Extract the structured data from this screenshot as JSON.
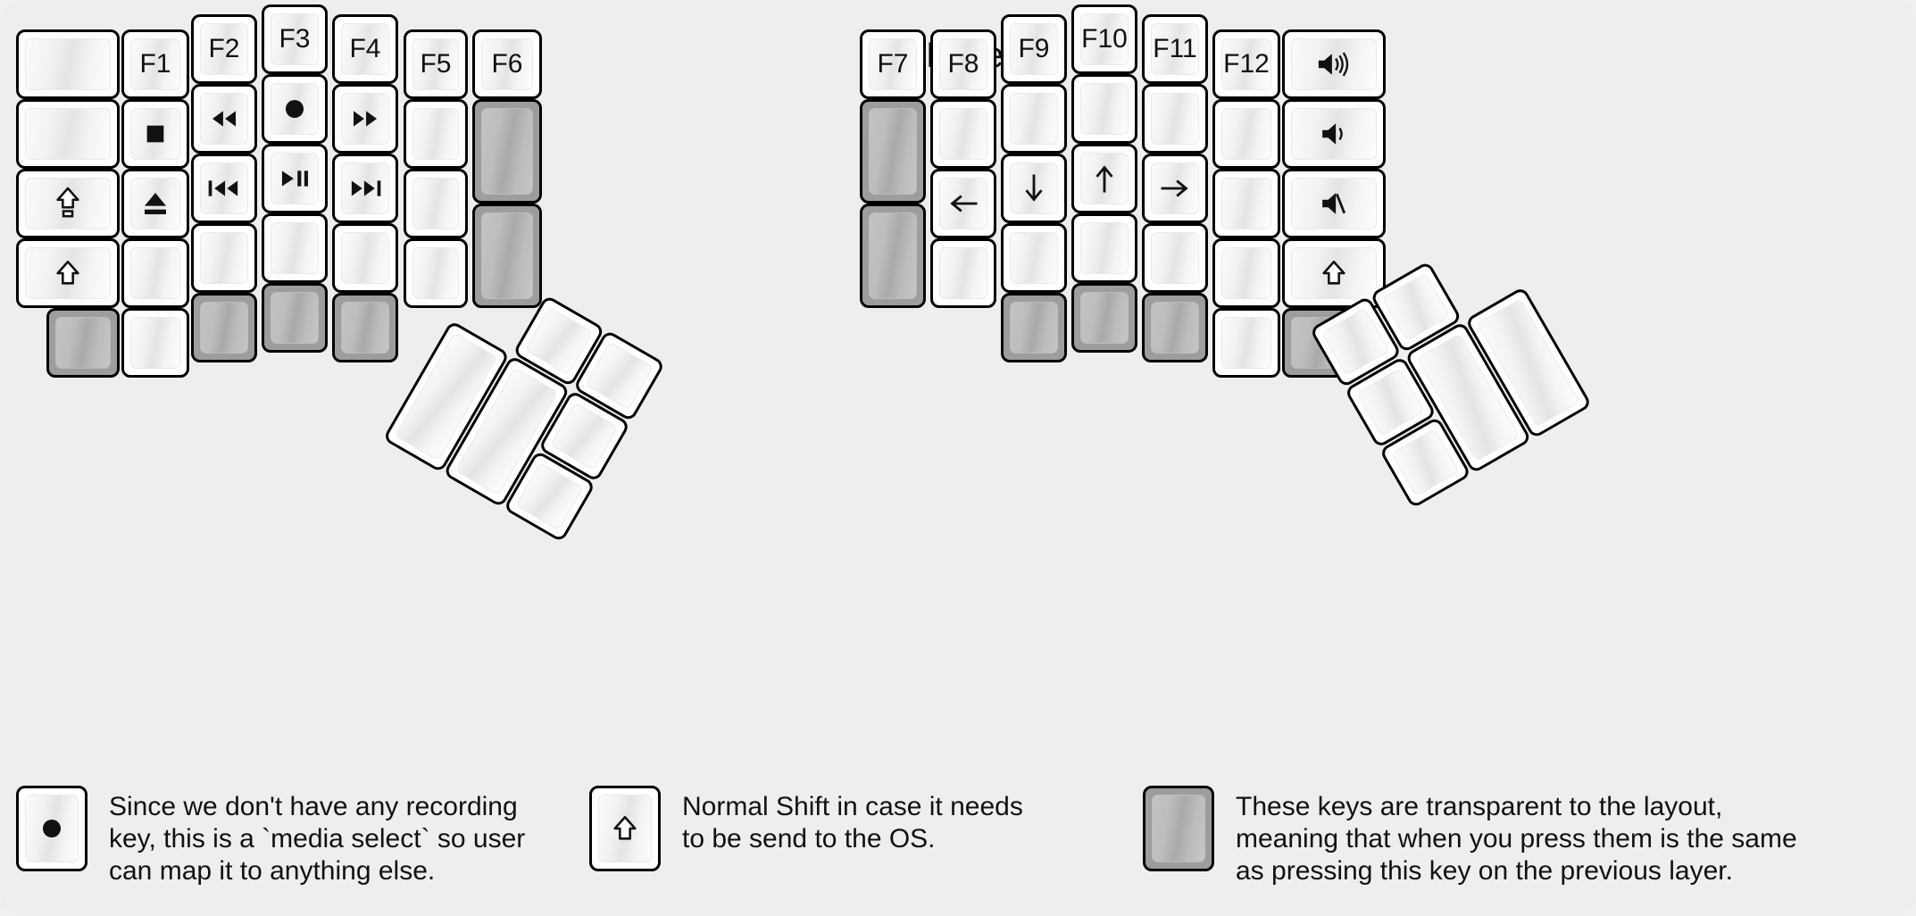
{
  "title": "fn Layer",
  "colors": {
    "background": "#eeeeee",
    "key_face": "#ffffff",
    "key_transparent": "#9d9d9d",
    "outline": "#000000",
    "text": "#111111"
  },
  "keyboard": {
    "name": "split-ergonomic-keyboard",
    "left_half": {
      "columns": [
        {
          "name": "pinky-outer-column",
          "keys": [
            {
              "label": "",
              "icon": "",
              "type": "normal"
            },
            {
              "label": "",
              "icon": "",
              "type": "normal"
            },
            {
              "label": "",
              "icon": "caps-lock-icon",
              "type": "normal"
            },
            {
              "label": "",
              "icon": "shift-icon",
              "type": "normal"
            },
            {
              "label": "",
              "icon": "",
              "type": "transparent"
            }
          ]
        },
        {
          "name": "pinky-column",
          "keys": [
            {
              "label": "F1",
              "icon": "",
              "type": "normal"
            },
            {
              "label": "",
              "icon": "media-stop-icon",
              "type": "normal"
            },
            {
              "label": "",
              "icon": "media-eject-icon",
              "type": "normal"
            },
            {
              "label": "",
              "icon": "",
              "type": "normal"
            },
            {
              "label": "",
              "icon": "",
              "type": "normal"
            }
          ]
        },
        {
          "name": "ring-column",
          "keys": [
            {
              "label": "F2",
              "icon": "",
              "type": "normal"
            },
            {
              "label": "",
              "icon": "media-rewind-icon",
              "type": "normal"
            },
            {
              "label": "",
              "icon": "media-previous-icon",
              "type": "normal"
            },
            {
              "label": "",
              "icon": "",
              "type": "normal"
            },
            {
              "label": "",
              "icon": "",
              "type": "transparent"
            }
          ]
        },
        {
          "name": "middle-column",
          "keys": [
            {
              "label": "F3",
              "icon": "",
              "type": "normal"
            },
            {
              "label": "",
              "icon": "media-record-icon",
              "type": "normal"
            },
            {
              "label": "",
              "icon": "media-play-pause-icon",
              "type": "normal"
            },
            {
              "label": "",
              "icon": "",
              "type": "normal"
            },
            {
              "label": "",
              "icon": "",
              "type": "transparent"
            }
          ]
        },
        {
          "name": "index-column",
          "keys": [
            {
              "label": "F4",
              "icon": "",
              "type": "normal"
            },
            {
              "label": "",
              "icon": "media-fast-forward-icon",
              "type": "normal"
            },
            {
              "label": "",
              "icon": "media-next-icon",
              "type": "normal"
            },
            {
              "label": "",
              "icon": "",
              "type": "normal"
            },
            {
              "label": "",
              "icon": "",
              "type": "transparent"
            }
          ]
        },
        {
          "name": "index-inner-column",
          "keys": [
            {
              "label": "F5",
              "icon": "",
              "type": "normal"
            },
            {
              "label": "",
              "icon": "",
              "type": "normal"
            },
            {
              "label": "",
              "icon": "",
              "type": "normal"
            },
            {
              "label": "",
              "icon": "",
              "type": "normal"
            }
          ]
        },
        {
          "name": "inner-column",
          "keys": [
            {
              "label": "F6",
              "icon": "",
              "type": "normal"
            },
            {
              "label": "",
              "icon": "",
              "type": "transparent"
            },
            {
              "label": "",
              "icon": "",
              "type": "transparent"
            }
          ]
        }
      ],
      "thumb_cluster": {
        "name": "left-thumb-cluster",
        "keys": [
          {
            "label": "",
            "icon": "",
            "type": "normal"
          },
          {
            "label": "",
            "icon": "",
            "type": "normal"
          },
          {
            "label": "",
            "icon": "",
            "type": "normal"
          },
          {
            "label": "",
            "icon": "",
            "type": "normal"
          },
          {
            "label": "",
            "icon": "",
            "type": "normal"
          },
          {
            "label": "",
            "icon": "",
            "type": "normal"
          }
        ]
      }
    },
    "right_half": {
      "columns": [
        {
          "name": "inner-column",
          "keys": [
            {
              "label": "F7",
              "icon": "",
              "type": "normal"
            },
            {
              "label": "",
              "icon": "",
              "type": "transparent"
            },
            {
              "label": "",
              "icon": "",
              "type": "transparent"
            }
          ]
        },
        {
          "name": "index-inner-column",
          "keys": [
            {
              "label": "F8",
              "icon": "",
              "type": "normal"
            },
            {
              "label": "",
              "icon": "",
              "type": "normal"
            },
            {
              "label": "",
              "icon": "arrow-left-icon",
              "type": "normal"
            },
            {
              "label": "",
              "icon": "",
              "type": "normal"
            }
          ]
        },
        {
          "name": "index-column",
          "keys": [
            {
              "label": "F9",
              "icon": "",
              "type": "normal"
            },
            {
              "label": "",
              "icon": "",
              "type": "normal"
            },
            {
              "label": "",
              "icon": "arrow-down-icon",
              "type": "normal"
            },
            {
              "label": "",
              "icon": "",
              "type": "normal"
            },
            {
              "label": "",
              "icon": "",
              "type": "transparent"
            }
          ]
        },
        {
          "name": "middle-column",
          "keys": [
            {
              "label": "F10",
              "icon": "",
              "type": "normal"
            },
            {
              "label": "",
              "icon": "",
              "type": "normal"
            },
            {
              "label": "",
              "icon": "arrow-up-icon",
              "type": "normal"
            },
            {
              "label": "",
              "icon": "",
              "type": "normal"
            },
            {
              "label": "",
              "icon": "",
              "type": "transparent"
            }
          ]
        },
        {
          "name": "ring-column",
          "keys": [
            {
              "label": "F11",
              "icon": "",
              "type": "normal"
            },
            {
              "label": "",
              "icon": "",
              "type": "normal"
            },
            {
              "label": "",
              "icon": "arrow-right-icon",
              "type": "normal"
            },
            {
              "label": "",
              "icon": "",
              "type": "normal"
            },
            {
              "label": "",
              "icon": "",
              "type": "transparent"
            }
          ]
        },
        {
          "name": "pinky-column",
          "keys": [
            {
              "label": "F12",
              "icon": "",
              "type": "normal"
            },
            {
              "label": "",
              "icon": "",
              "type": "normal"
            },
            {
              "label": "",
              "icon": "",
              "type": "normal"
            },
            {
              "label": "",
              "icon": "",
              "type": "normal"
            },
            {
              "label": "",
              "icon": "",
              "type": "normal"
            }
          ]
        },
        {
          "name": "pinky-outer-column",
          "keys": [
            {
              "label": "",
              "icon": "volume-up-icon",
              "type": "normal"
            },
            {
              "label": "",
              "icon": "volume-down-icon",
              "type": "normal"
            },
            {
              "label": "",
              "icon": "volume-mute-icon",
              "type": "normal"
            },
            {
              "label": "",
              "icon": "shift-icon",
              "type": "normal"
            },
            {
              "label": "",
              "icon": "",
              "type": "transparent"
            }
          ]
        }
      ],
      "thumb_cluster": {
        "name": "right-thumb-cluster",
        "keys": [
          {
            "label": "",
            "icon": "",
            "type": "normal"
          },
          {
            "label": "",
            "icon": "",
            "type": "normal"
          },
          {
            "label": "",
            "icon": "",
            "type": "normal"
          },
          {
            "label": "",
            "icon": "",
            "type": "normal"
          },
          {
            "label": "",
            "icon": "",
            "type": "normal"
          },
          {
            "label": "",
            "icon": "",
            "type": "normal"
          }
        ]
      }
    }
  },
  "legend": [
    {
      "name": "legend-record-key",
      "icon": "media-record-icon",
      "key_type": "normal",
      "text": "Since we don't have any recording\nkey, this is a `media select` so user\ncan map it to anything else."
    },
    {
      "name": "legend-shift-key",
      "icon": "shift-icon",
      "key_type": "normal",
      "text": "Normal Shift in case it needs\nto be send to the OS."
    },
    {
      "name": "legend-transparent-key",
      "icon": "",
      "key_type": "transparent",
      "text": "These keys are transparent to the layout,\nmeaning that when you press them is the same\nas pressing this key on the previous layer."
    }
  ]
}
